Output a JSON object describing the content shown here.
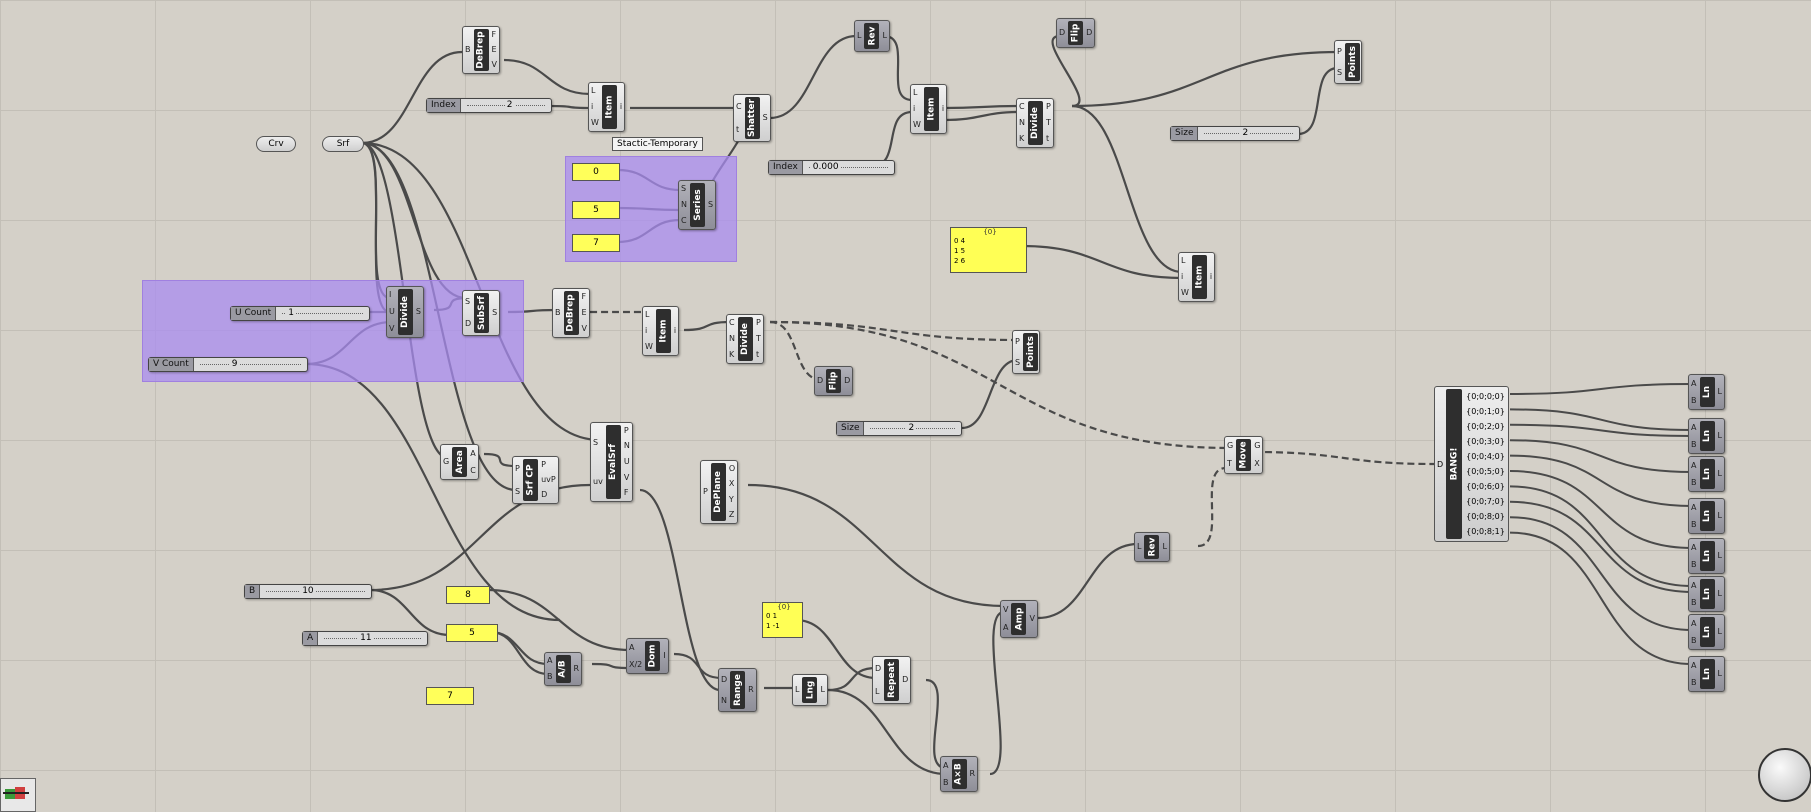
{
  "canvas": {
    "group_label": "Stactic-Temporary"
  },
  "params": {
    "crv": "Crv",
    "srf": "Srf"
  },
  "sliders": {
    "index_1": {
      "label": "Index",
      "value": "2"
    },
    "index_2": {
      "label": "Index",
      "value": "0.000"
    },
    "u_count": {
      "label": "U Count",
      "value": "1"
    },
    "v_count": {
      "label": "V Count",
      "value": "9"
    },
    "size_1": {
      "label": "Size",
      "value": "2"
    },
    "size_2": {
      "label": "Size",
      "value": "2"
    },
    "b": {
      "label": "B",
      "value": "10"
    },
    "a": {
      "label": "A",
      "value": "11"
    }
  },
  "panels": {
    "p0": "0",
    "p5": "5",
    "p7": "7",
    "p8": "8",
    "p5b": "5",
    "p7b": "7"
  },
  "list_a": {
    "header": "{0}",
    "rows": [
      "0  4",
      "1  5",
      "2  6"
    ]
  },
  "list_b": {
    "header": "{0}",
    "rows": [
      "0  1",
      "1  -1"
    ]
  },
  "components": {
    "debrep_top": {
      "name": "DeBrep",
      "in": [
        "B"
      ],
      "out": [
        "F",
        "E",
        "V"
      ]
    },
    "item_top": {
      "name": "Item",
      "in": [
        "L",
        "i",
        "W"
      ],
      "out": [
        "i"
      ]
    },
    "shatter": {
      "name": "Shatter",
      "in": [
        "C",
        "t"
      ],
      "out": [
        "S"
      ]
    },
    "rev_top": {
      "name": "Rev",
      "in": [
        "L"
      ],
      "out": [
        "L"
      ]
    },
    "item_top2": {
      "name": "Item",
      "in": [
        "L",
        "i",
        "W"
      ],
      "out": [
        "i"
      ]
    },
    "divide_top": {
      "name": "Divide",
      "in": [
        "C",
        "N",
        "K"
      ],
      "out": [
        "P",
        "T",
        "t"
      ]
    },
    "flip_top": {
      "name": "Flip",
      "in": [
        "D"
      ],
      "out": [
        "D"
      ]
    },
    "points_top": {
      "name": "Points",
      "in": [
        "P",
        "S"
      ],
      "out": []
    },
    "series": {
      "name": "Series",
      "in": [
        "S",
        "N",
        "C"
      ],
      "out": [
        "S"
      ]
    },
    "item_right": {
      "name": "Item",
      "in": [
        "L",
        "i",
        "W"
      ],
      "out": [
        "i"
      ]
    },
    "divide_surf": {
      "name": "Divide",
      "in": [
        "I",
        "U",
        "V"
      ],
      "out": [
        "S"
      ]
    },
    "subsrf": {
      "name": "SubSrf",
      "in": [
        "S",
        "D"
      ],
      "out": [
        "S"
      ]
    },
    "debrep_mid": {
      "name": "DeBrep",
      "in": [
        "B"
      ],
      "out": [
        "F",
        "E",
        "V"
      ]
    },
    "item_mid": {
      "name": "Item",
      "in": [
        "L",
        "i",
        "W"
      ],
      "out": [
        "i"
      ]
    },
    "divide_mid": {
      "name": "Divide",
      "in": [
        "C",
        "N",
        "K"
      ],
      "out": [
        "P",
        "T",
        "t"
      ]
    },
    "points_mid": {
      "name": "Points",
      "in": [
        "P",
        "S"
      ],
      "out": []
    },
    "flip_mid": {
      "name": "Flip",
      "in": [
        "D"
      ],
      "out": [
        "D"
      ]
    },
    "area": {
      "name": "Area",
      "in": [
        "G"
      ],
      "out": [
        "A",
        "C"
      ]
    },
    "srfcp": {
      "name": "Srf CP",
      "in": [
        "P",
        "S"
      ],
      "out": [
        "P",
        "uvP",
        "D"
      ]
    },
    "evalsrf": {
      "name": "EvalSrf",
      "in": [
        "S",
        "uv"
      ],
      "out": [
        "P",
        "N",
        "U",
        "V",
        "F"
      ]
    },
    "deplane": {
      "name": "DePlane",
      "in": [
        "P"
      ],
      "out": [
        "O",
        "X",
        "Y",
        "Z"
      ]
    },
    "move": {
      "name": "Move",
      "in": [
        "G",
        "T"
      ],
      "out": [
        "G",
        "X"
      ]
    },
    "rev_mid": {
      "name": "Rev",
      "in": [
        "L"
      ],
      "out": [
        "L"
      ]
    },
    "amp": {
      "name": "Amp",
      "in": [
        "V",
        "A"
      ],
      "out": [
        "V"
      ]
    },
    "adivb": {
      "name": "A/B",
      "in": [
        "A",
        "B"
      ],
      "out": [
        "R"
      ]
    },
    "dom": {
      "name": "Dom",
      "in": [
        "A",
        "X/2"
      ],
      "out": [
        "I"
      ]
    },
    "range": {
      "name": "Range",
      "in": [
        "D",
        "N"
      ],
      "out": [
        "R"
      ]
    },
    "lng": {
      "name": "Lng",
      "in": [
        "L"
      ],
      "out": [
        "L"
      ]
    },
    "repeat": {
      "name": "Repeat",
      "in": [
        "D",
        "L"
      ],
      "out": [
        "D"
      ]
    },
    "axb": {
      "name": "A×B",
      "in": [
        "A",
        "B"
      ],
      "out": [
        "R"
      ]
    },
    "ln": {
      "name": "Ln",
      "in": [
        "A",
        "B"
      ],
      "out": [
        "L"
      ]
    }
  },
  "bang": {
    "name": "BANG!",
    "in": "D",
    "outs": [
      "{0;0;0;0}",
      "{0;0;1;0}",
      "{0;0;2;0}",
      "{0;0;3;0}",
      "{0;0;4;0}",
      "{0;0;5;0}",
      "{0;0;6;0}",
      "{0;0;7;0}",
      "{0;0;8;0}",
      "{0;0;8;1}"
    ]
  },
  "colors": {
    "canvas": "#d4d0c8",
    "group": "#aa8cf0",
    "panel": "#ffff5a",
    "wire": "#4a4a4a"
  }
}
